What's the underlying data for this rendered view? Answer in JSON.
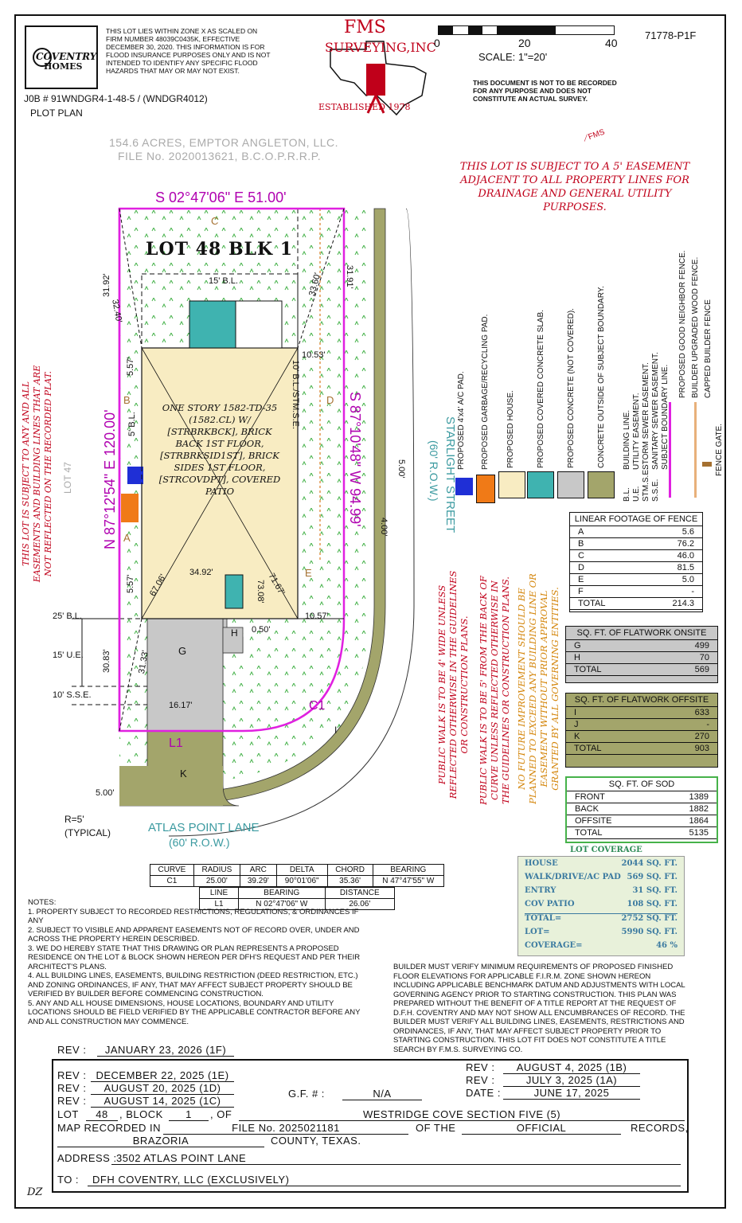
{
  "header": {
    "logo_line1": "COVENTRY",
    "logo_line2": "HOMES",
    "flood_note": "THIS LOT LIES WITHIN ZONE X AS SCALED ON FIRM NUMBER 48039C0435K, EFFECTIVE DECEMBER 30, 2020. THIS INFORMATION IS FOR FLOOD INSURANCE PURPOSES ONLY AND IS NOT INTENDED TO IDENTIFY ANY SPECIFIC FLOOD HAZARDS THAT MAY OR MAY NOT EXIST.",
    "job": "J0B # 91WNDGR4-1-48-5 / (WNDGR4012)",
    "doc_type": "PLOT PLAN",
    "fms_line1": "FMS",
    "fms_line2": "SURVEYING,INC",
    "established": "ESTABLISHED 1978",
    "scale_0": "0",
    "scale_20": "20",
    "scale_40": "40",
    "scale_label": "SCALE:  1\"=20'",
    "doc_number": "71778-P1F",
    "disclaimer": "THIS DOCUMENT IS NOT TO BE RECORDED FOR ANY PURPOSE AND DOES NOT CONSTITUTE AN ACTUAL SURVEY."
  },
  "plan": {
    "acres_line1": "154.6 ACRES, EMPTOR ANGLETON, LLC.",
    "acres_line2": "FILE No. 2020013621, B.C.O.P.R.R.P.",
    "easement_note": "THIS LOT IS SUBJECT TO A 5' EASEMENT ADJACENT TO ALL PROPERTY LINES FOR DRAINAGE AND GENERAL UTILITY PURPOSES.",
    "north_bearing": "S 02°47'06\" E  51.00'",
    "lot_title": "LOT  48  BLK  1",
    "west_bearing": "N 87°12'54\" E  120.00'",
    "east_bearing": "S 87°10'48\" W  94.99'",
    "house_text": "ONE STORY 1582-TD-35 (1582.CL) W/ [STRBRKBCK], BRICK BACK 1ST FLOOR, [STRBRKSID1ST], BRICK SIDES 1ST FLOOR, [STRCOVDPT], COVERED PATIO",
    "left_vertical_note": "THIS LOT IS SUBJECT TO ANY AND ALL EASEMENTS AND BUILDING LINES THAT ARE NOT REFLECTED ON THE RECORDED PLAT.",
    "lot_47": "LOT 47",
    "street_name": "STARLIGHT STREET",
    "street_row": "(60' R.O.W.)",
    "atlas_name": "ATLAS POINT LANE",
    "atlas_row": "(60'  R.O.W.)",
    "bl_15": "15' B.L.",
    "bl_10": "10' B.L./STM.S.E.",
    "bl_5": "5' B.L.",
    "bl_25": "25' B.L.",
    "ue_15": "15' U.E.",
    "sse_10": "10' S.S.E.",
    "dim_3192": "31.92'",
    "dim_3240": "32.40'",
    "dim_3360": "33.60'",
    "dim_3191": "31.91'",
    "dim_557a": "5.57'",
    "dim_557b": "5.57'",
    "dim_1053": "10.53'",
    "dim_1057": "10.57'",
    "dim_3492": "34.92'",
    "dim_6706": "67.06'",
    "dim_7308": "73.08'",
    "dim_7167": "71.67'",
    "dim_050": "0.50'",
    "dim_3083": "30.83'",
    "dim_3133": "31.33'",
    "dim_1617": "16.17'",
    "dim_500a": "5.00'",
    "dim_400": "4.00'",
    "dim_500b": "5.00'",
    "r5": "R=5'",
    "typical": "(TYPICAL)",
    "labels": {
      "A": "A",
      "B": "B",
      "C": "C",
      "D": "D",
      "E": "E",
      "G": "G",
      "H": "H",
      "I": "I",
      "K": "K",
      "C1": "C1",
      "L1": "L1"
    },
    "sidewalk_note1": "PUBLIC WALK IS TO BE 4' WIDE UNLESS REFLECTED OTHERWISE IN THE GUIDELINES OR CONSTRUCTION PLANS.",
    "sidewalk_note2": "PUBLIC WALK IS TO BE 5' FROM THE BACK OF CURVE UNLESS REFLECTED OTHERWISE IN THE GUIDELINES OR CONSTRUCTION PLANS.",
    "future_note": "NO FUTURE IMPROVEMENT SHOULD BE PLANNED TO EXCEED ANY BUILDING LINE OR EASEMENT WITHOUT PRIOR APPROVAL GRANTED BY ALL GOVERNING ENTITIES."
  },
  "legend": {
    "items": [
      "PROPOSED 4'x4' A/C PAD.",
      "PROPOSED GARBAGE/RECYCLING PAD.",
      "PROPOSED HOUSE.",
      "PROPOSED COVERED CONCRETE SLAB.",
      "PROPOSED CONCRETE (NOT COVERED).",
      "CONCRETE OUTSIDE OF SUBJECT BOUNDARY."
    ],
    "abbr": [
      "BUILDING LINE.",
      "UTILITY EASEMENT.",
      "STORM SEWER EASEMENT.",
      "SANITARY SEWER EASEMENT.",
      "SUBJECT BOUNDARY LINE."
    ],
    "abbr_keys": [
      "B.L.",
      "U.E.",
      "STM.S.E.",
      "S.S.E."
    ],
    "fences": [
      "PROPOSED GOOD NEIGHBOR FENCE.",
      "BUILDER UPGRADED WOOD FENCE.",
      "CAPPED BUILDER FENCE"
    ],
    "gate": "FENCE GATE.",
    "colors": {
      "ac": "#1f2fd6",
      "garbage": "#f07a17",
      "house": "#f8ecc2",
      "covered": "#3fb3b0",
      "concrete": "#c8c8c8",
      "outside": "#a3a56b",
      "boundary": "#e020e0",
      "fence": "#e8b07a"
    }
  },
  "fence_table": {
    "title": "LINEAR FOOTAGE OF FENCE",
    "rows": [
      [
        "A",
        "5.6"
      ],
      [
        "B",
        "76.2"
      ],
      [
        "C",
        "46.0"
      ],
      [
        "D",
        "81.5"
      ],
      [
        "E",
        "5.0"
      ],
      [
        "F",
        "-"
      ],
      [
        "TOTAL",
        "214.3"
      ]
    ]
  },
  "onsite_table": {
    "title": "SQ. FT. OF FLATWORK ONSITE",
    "rows": [
      [
        "G",
        "499"
      ],
      [
        "H",
        "70"
      ],
      [
        "TOTAL",
        "569"
      ]
    ]
  },
  "offsite_table": {
    "title": "SQ. FT. OF FLATWORK OFFSITE",
    "rows": [
      [
        "I",
        "633"
      ],
      [
        "J",
        "-"
      ],
      [
        "K",
        "270"
      ],
      [
        "TOTAL",
        "903"
      ]
    ]
  },
  "sod_table": {
    "title": "SQ. FT. OF SOD",
    "rows": [
      [
        "FRONT",
        "1389"
      ],
      [
        "BACK",
        "1882"
      ],
      [
        "OFFSITE",
        "1864"
      ],
      [
        "TOTAL",
        "5135"
      ]
    ]
  },
  "coverage": {
    "title": "LOT COVERAGE",
    "rows": [
      [
        "HOUSE",
        "2044 SQ. FT."
      ],
      [
        "WALK/DRIVE/AC PAD",
        "569 SQ. FT."
      ],
      [
        "ENTRY",
        "31 SQ. FT."
      ],
      [
        "COV PATIO",
        "108 SQ. FT."
      ],
      [
        "TOTAL=",
        "2752 SQ. FT."
      ],
      [
        "LOT=",
        "5990 SQ. FT."
      ],
      [
        "COVERAGE=",
        "46 %"
      ]
    ]
  },
  "curve_table": {
    "headers": [
      "CURVE",
      "RADIUS",
      "ARC",
      "DELTA",
      "CHORD",
      "BEARING"
    ],
    "row": [
      "C1",
      "25.00'",
      "39.29'",
      "90°01'06\"",
      "35.36'",
      "N 47°47'55\" W"
    ],
    "line_headers": [
      "LINE",
      "BEARING",
      "DISTANCE"
    ],
    "line_row": [
      "L1",
      "N 02°47'06\" W",
      "26.06'"
    ]
  },
  "notes": {
    "title": "NOTES:",
    "items": [
      "1. PROPERTY SUBJECT TO RECORDED RESTRICTIONS, REGULATIONS, & ORDINANCES IF ANY",
      "2. SUBJECT TO VISIBLE AND APPARENT EASEMENTS NOT OF RECORD OVER, UNDER AND ACROSS THE PROPERTY HEREIN DESCRIBED.",
      "3. WE DO HEREBY STATE THAT THIS DRAWING OR PLAN REPRESENTS A PROPOSED RESIDENCE ON THE LOT & BLOCK SHOWN HEREON PER DFH'S REQUEST AND PER THEIR ARCHITECT'S PLANS.",
      "4. ALL BUILDING LINES, EASEMENTS, BUILDING RESTRICTION (DEED RESTRICTION, ETC.) AND ZONING ORDINANCES, IF ANY, THAT MAY AFFECT SUBJECT PROPERTY SHOULD BE VERIFIED BY BUILDER BEFORE COMMENCING CONSTRUCTION.",
      "5. ANY AND ALL HOUSE DIMENSIONS, HOUSE LOCATIONS, BOUNDARY AND UTILITY LOCATIONS SHOULD BE FIELD VERIFIED BY THE APPLICABLE CONTRACTOR BEFORE ANY AND ALL CONSTRUCTION MAY COMMENCE."
    ],
    "builder_note": "BUILDER MUST VERIFY MINIMUM REQUIREMENTS OF PROPOSED FINISHED FLOOR ELEVATIONS FOR APPLICABLE F.I.R.M. ZONE SHOWN HEREON INCLUDING APPLICABLE BENCHMARK DATUM AND ADJUSTMENTS WITH LOCAL GOVERNING AGENCY PRIOR TO STARTING CONSTRUCTION. THIS PLAN WAS PREPARED WITHOUT THE BENEFIT OF A TITLE REPORT AT THE REQUEST OF D.F.H. COVENTRY AND MAY NOT SHOW ALL ENCUMBRANCES OF RECORD. THE BUILDER MUST VERIFY ALL BUILDING LINES, EASEMENTS, RESTRICTIONS AND ORDINANCES, IF ANY, THAT MAY AFFECT SUBJECT PROPERTY PRIOR TO STARTING CONSTRUCTION. THIS LOT FIT DOES NOT CONSTITUTE A TITLE SEARCH BY F.M.S. SURVEYING CO."
  },
  "footer": {
    "rev_label": "REV  :",
    "rev_1f": "JANUARY 23, 2026  (1F)",
    "rev_1e": "DECEMBER 22, 2025  (1E)",
    "rev_1d": "AUGUST 20, 2025  (1D)",
    "rev_1c": "AUGUST 14, 2025  (1C)",
    "rev_1b": "AUGUST 4, 2025  (1B)",
    "rev_1a": "JULY 3, 2025  (1A)",
    "date_label": "DATE  :",
    "date": "JUNE 17, 2025",
    "gf_label": "G.F.  #  :",
    "gf": "N/A",
    "lot_label": "LOT",
    "lot": "48",
    "block_label": ", BLOCK",
    "block": "1",
    "of": ", OF",
    "subdivision": "WESTRIDGE COVE SECTION FIVE (5)",
    "map_label": "MAP  RECORDED  IN",
    "file_no": "FILE No. 2025021181",
    "of_the": "OF  THE",
    "official": "OFFICIAL",
    "records": "RECORDS,",
    "county": "BRAZORIA",
    "county_suffix": "COUNTY,  TEXAS.",
    "address_label": "ADDRESS  :",
    "address": "3502  ATLAS POINT LANE",
    "to_label": "TO  :",
    "to": "DFH COVENTRY, LLC     (EXCLUSIVELY)",
    "initials": "DZ"
  }
}
